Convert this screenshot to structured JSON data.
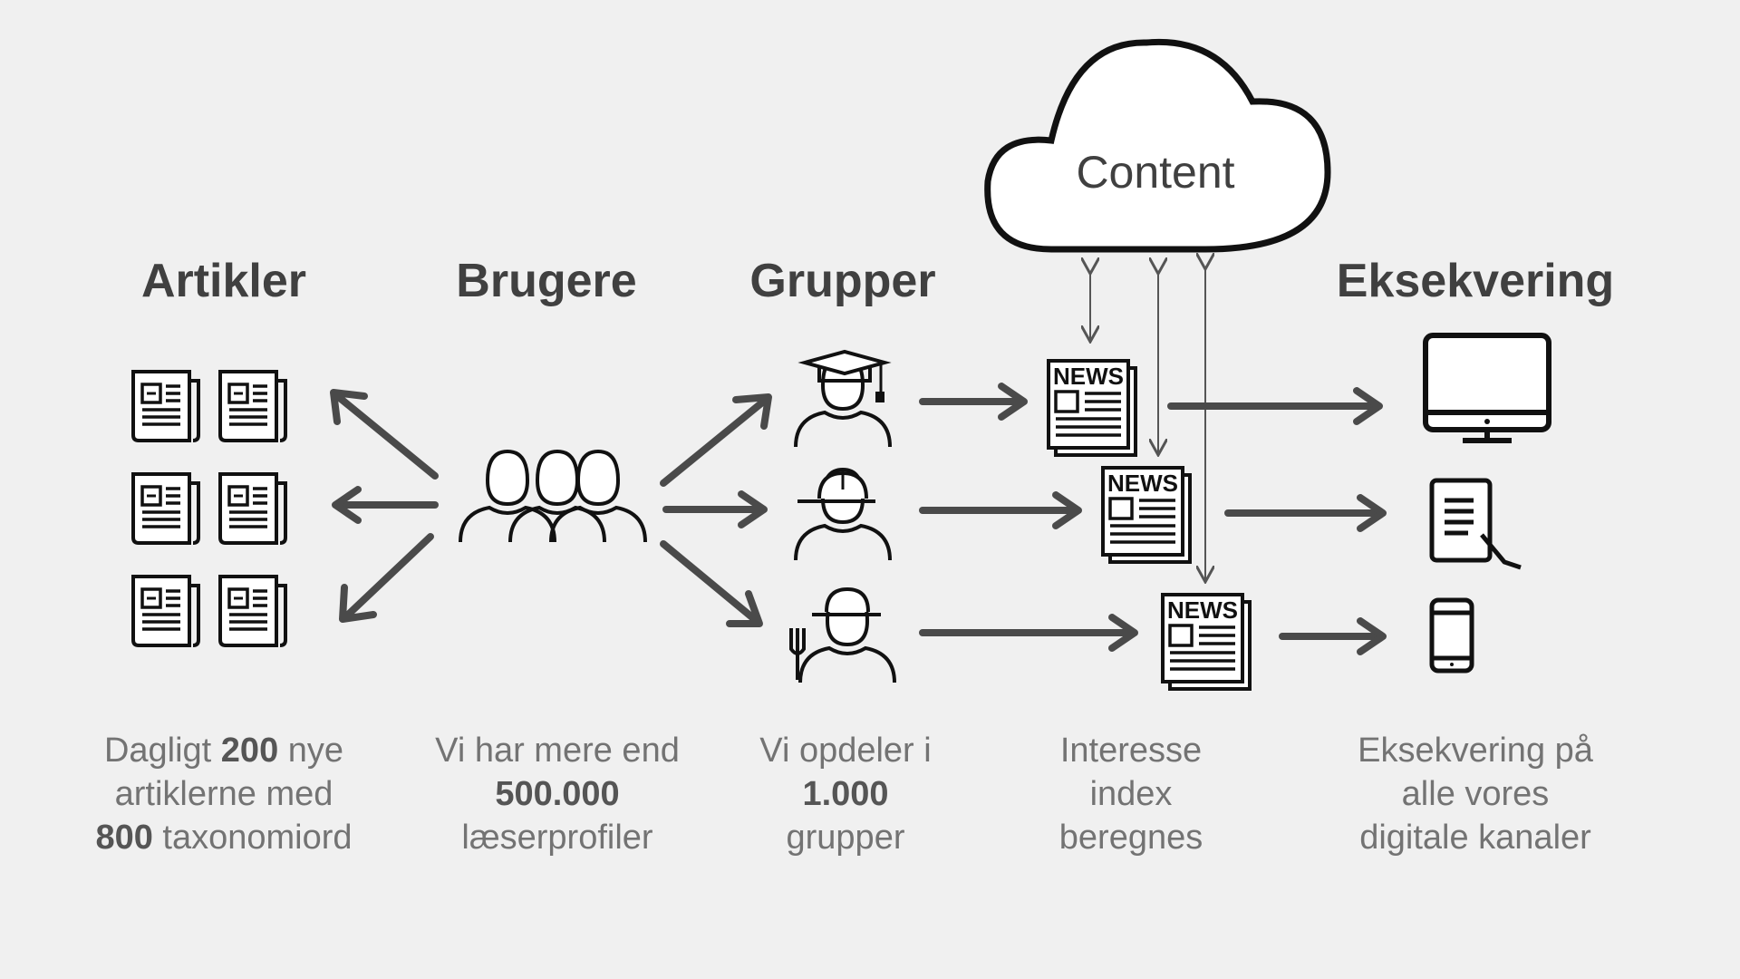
{
  "cloud": {
    "label": "Content"
  },
  "columns": [
    {
      "heading": "Artikler",
      "caption": {
        "l1a": "Dagligt ",
        "l1n": "200",
        "l1b": " nye",
        "l2": "artiklerne med",
        "l3n": "800",
        "l3b": " taxonomiord"
      }
    },
    {
      "heading": "Brugere",
      "caption": {
        "l1": "Vi har mere end",
        "l2n": "500.000",
        "l3": "læserprofiler"
      }
    },
    {
      "heading": "Grupper",
      "caption": {
        "l1": "Vi opdeler i",
        "l2n": "1.000",
        "l3": "grupper"
      }
    },
    {
      "heading": "",
      "caption": {
        "l1": "Interesse",
        "l2": "index",
        "l3": "beregnes"
      }
    },
    {
      "heading": "Eksekvering",
      "caption": {
        "l1": "Eksekvering på",
        "l2": "alle vores",
        "l3": "digitale kanaler"
      }
    }
  ],
  "news_label": "NEWS",
  "icons": {
    "articles": "newspaper-icon",
    "users": "users-group-icon",
    "groups": [
      "graduate-icon",
      "worker-icon",
      "farmer-icon"
    ],
    "devices": [
      "desktop-monitor-icon",
      "tablet-icon",
      "smartphone-icon"
    ]
  },
  "colors": {
    "background": "#f0f0f0",
    "ink": "#1a1a1a",
    "heading": "#404040",
    "caption": "#737373",
    "arrow": "#4a4a4a"
  }
}
